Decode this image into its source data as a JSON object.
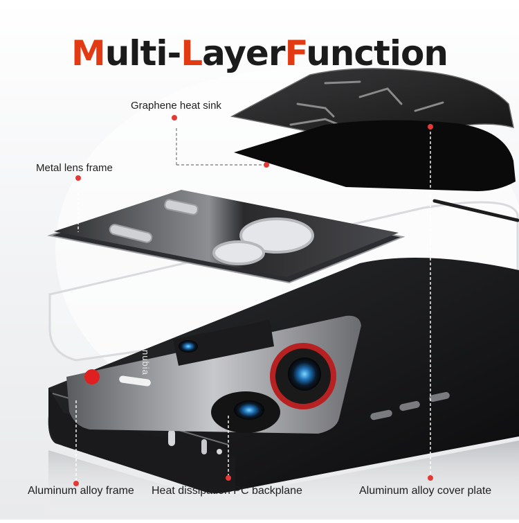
{
  "title": {
    "part1_accent": "M",
    "part1_rest": "ulti-",
    "part2_accent": "L",
    "part2_rest": "ayer",
    "part3_accent": "F",
    "part3_rest": "unction"
  },
  "labels": {
    "graphene": "Graphene heat sink",
    "lens_frame": "Metal lens frame",
    "alloy_frame": "Aluminum alloy frame",
    "backplane": "Heat dissipation PC backplane",
    "cover_plate": "Aluminum alloy cover plate"
  },
  "phone_brand": "nubia",
  "colors": {
    "accent": "#e23a12",
    "title": "#1b1b1b",
    "marker": "#e53935"
  }
}
